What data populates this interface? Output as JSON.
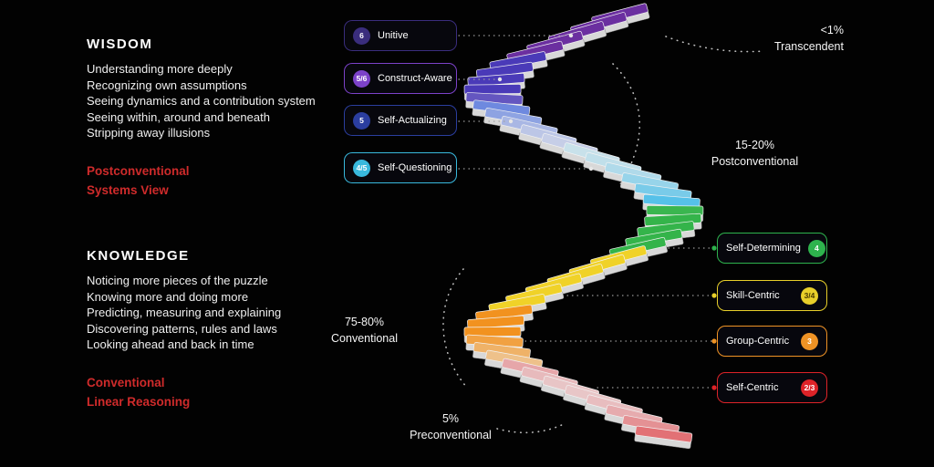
{
  "colors": {
    "background": "#000000",
    "highlight_text": "#cf2b2b",
    "step_base": "#d8d8d8"
  },
  "wisdom": {
    "title": "WISDOM",
    "lines": [
      "Understanding more deeply",
      "Recognizing own assumptions",
      "Seeing dynamics and a contribution system",
      "Seeing within, around and beneath",
      "Stripping away illusions"
    ],
    "highlight": [
      "Postconventional",
      "Systems View"
    ]
  },
  "knowledge": {
    "title": "KNOWLEDGE",
    "lines": [
      "Noticing more pieces of the puzzle",
      "Knowing more and doing more",
      "Predicting, measuring and explaining",
      "Discovering patterns, rules and laws",
      "Looking ahead and back in time"
    ],
    "highlight": [
      "Conventional",
      "Linear Reasoning"
    ]
  },
  "stages_left": [
    {
      "num": "6",
      "label": "Unitive",
      "color": "#3a2d7d"
    },
    {
      "num": "5/6",
      "label": "Construct-Aware",
      "color": "#7c42c9"
    },
    {
      "num": "5",
      "label": "Self-Actualizing",
      "color": "#2b3e9f"
    },
    {
      "num": "4/5",
      "label": "Self-Questioning",
      "color": "#39b9dd"
    }
  ],
  "stages_right": [
    {
      "num": "4",
      "label": "Self-Determining",
      "color": "#2eb34d"
    },
    {
      "num": "3/4",
      "label": "Skill-Centric",
      "color": "#e8cf2a"
    },
    {
      "num": "3",
      "label": "Group-Centric",
      "color": "#ef9325"
    },
    {
      "num": "2/3",
      "label": "Self-Centric",
      "color": "#dd2328"
    }
  ],
  "annotations": [
    {
      "percent": "<1%",
      "label": "Transcendent"
    },
    {
      "percent": "15-20%",
      "label": "Postconventional"
    },
    {
      "percent": "75-80%",
      "label": "Conventional"
    },
    {
      "percent": "5%",
      "label": "Preconventional"
    }
  ],
  "staircase": {
    "steps": 46,
    "stops": [
      0.11,
      0.22,
      0.33,
      0.45,
      0.57,
      0.7,
      0.84,
      1.01
    ],
    "colors": [
      "#6b2fa0",
      "#4a3ab8",
      "#2b55d8",
      "#2ab5e8",
      "#34b44a",
      "#f0d228",
      "#f2921f",
      "#dc2027"
    ]
  }
}
